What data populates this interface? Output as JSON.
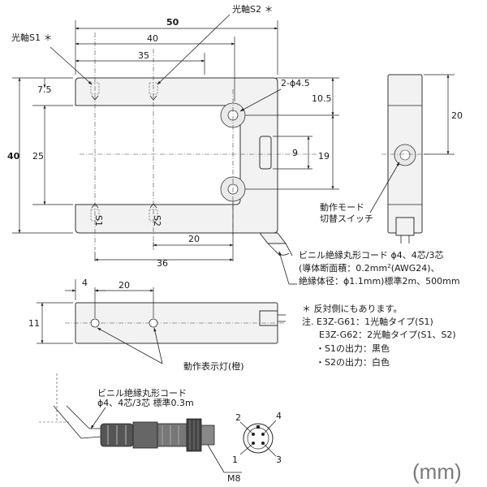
{
  "front_view": {
    "width_dims": [
      "50",
      "40",
      "35"
    ],
    "left_dims": [
      "40",
      "7.5",
      "25"
    ],
    "right_dims": [
      "10.5",
      "19",
      "9"
    ],
    "bottom_dims": [
      "20",
      "36"
    ],
    "hole_label": "2-ϕ4.5",
    "axis_s1_label": "光軸S1 ＊",
    "axis_s2_label": "光軸S2 ＊",
    "slot_s1": "S1",
    "slot_s2": "S2"
  },
  "side_view": {
    "height_dim": "20",
    "switch_label_1": "動作モード",
    "switch_label_2": "切替スイッチ"
  },
  "cable_note": {
    "line1": "ビニル絶縁丸形コード ϕ4、4芯/3芯",
    "line2_pre": "(導体断面積：0.2mm",
    "line2_sup": "2",
    "line2_post": "(AWG24)、",
    "line3": "絶縁体径：ϕ1.1mm)標準2m、500mm"
  },
  "bottom_view": {
    "dims": [
      "4",
      "20",
      "11"
    ],
    "indicator_label": "動作表示灯(橙)"
  },
  "notes": {
    "line1": "＊ 反対側にもあります。",
    "line2": "注. E3Z-G61：1光軸タイプ(S1)",
    "line3": "E3Z-G62：2光軸タイプ(S1、S2)",
    "line4": "・S1の出力：黒色",
    "line5": "・S2の出力：白色"
  },
  "connector": {
    "cord_label_1": "ビニル絶縁丸形コード",
    "cord_label_2": "ϕ4、4芯/3芯 標準0.3m",
    "thread_label": "M8",
    "pins": [
      "1",
      "2",
      "3",
      "4"
    ]
  },
  "unit_label": "(mm)"
}
